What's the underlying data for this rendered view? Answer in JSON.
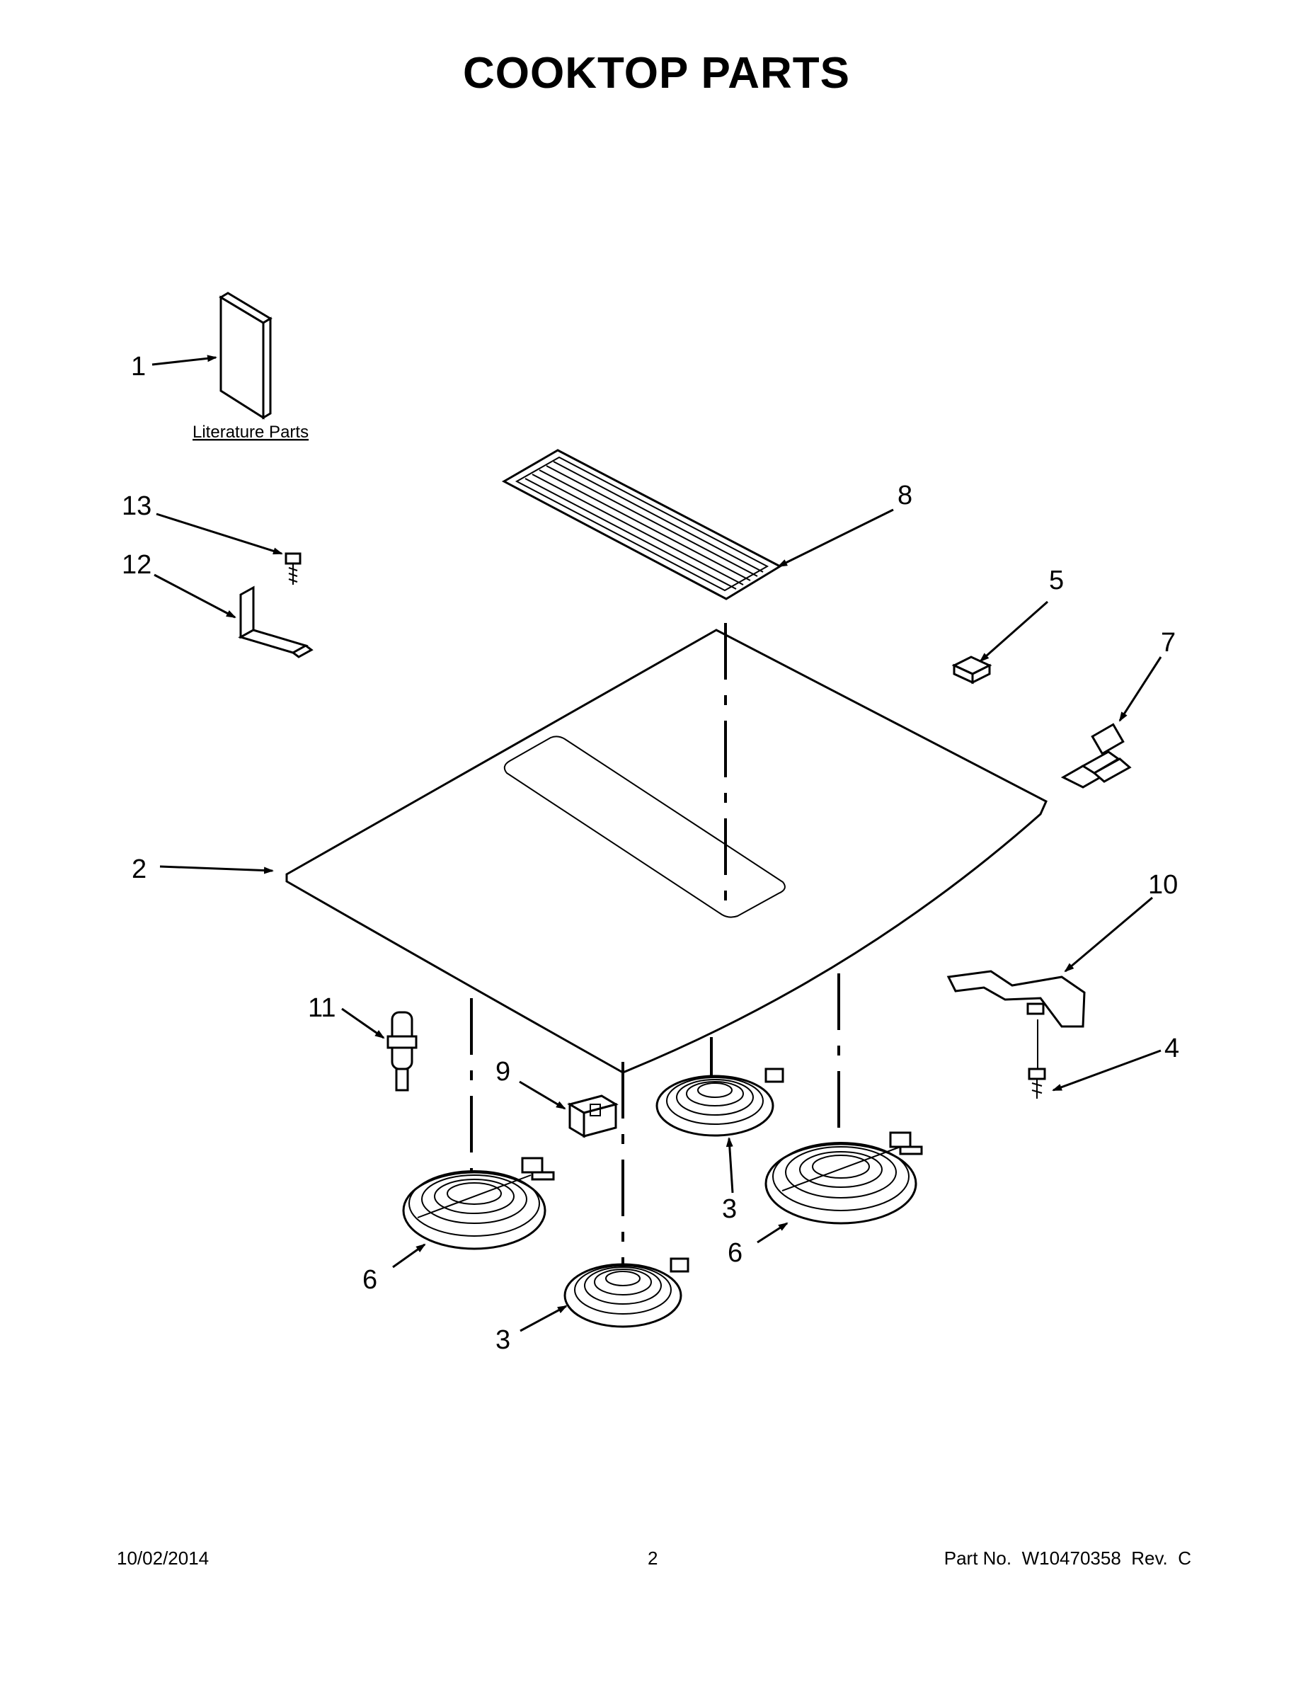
{
  "title": "COOKTOP PARTS",
  "literature_label": "Literature Parts",
  "callouts": {
    "c1": "1",
    "c2": "2",
    "c3a": "3",
    "c3b": "3",
    "c4": "4",
    "c5": "5",
    "c6a": "6",
    "c6b": "6",
    "c7": "7",
    "c8": "8",
    "c9": "9",
    "c10": "10",
    "c11": "11",
    "c12": "12",
    "c13": "13"
  },
  "footer": {
    "date": "10/02/2014",
    "page": "2",
    "part_number": "Part No.  W10470358  Rev.  C"
  }
}
